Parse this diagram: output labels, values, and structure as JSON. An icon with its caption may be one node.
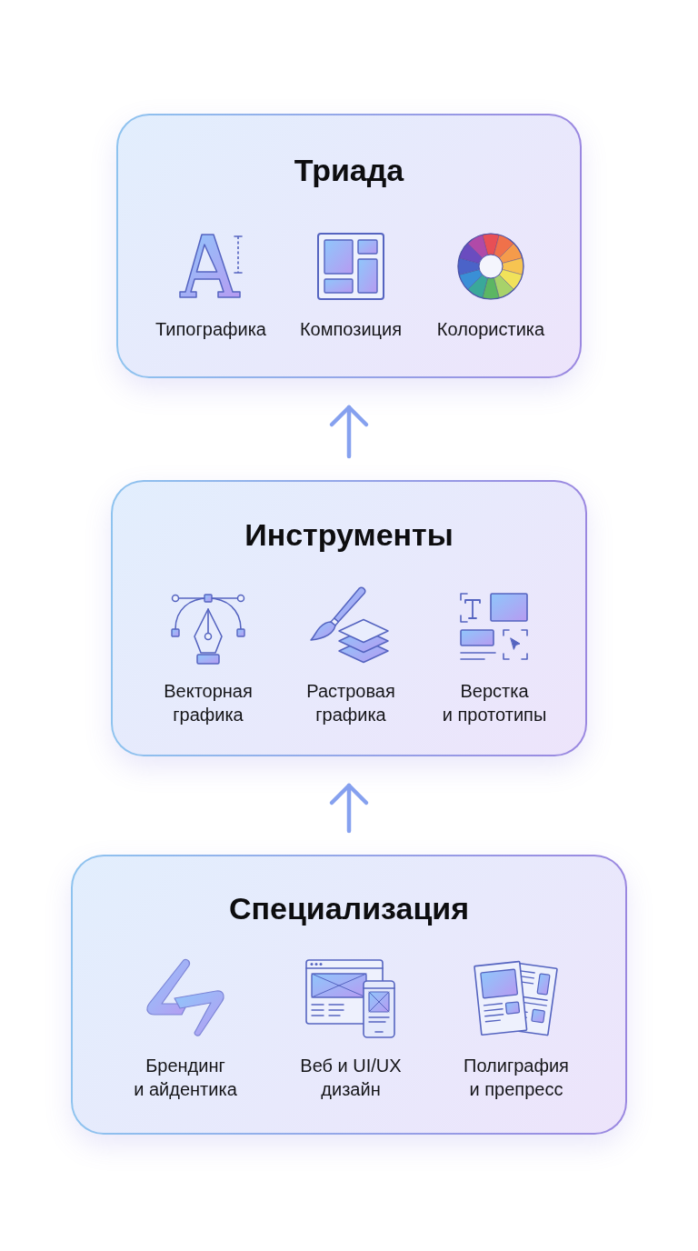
{
  "diagram": {
    "nodes": [
      {
        "text": [
          "Триада",
          "Типографика",
          "Композиция",
          "Колористика"
        ]
      },
      {
        "text": [
          "Инструменты",
          "Векторная графика",
          "Растровая графика",
          "Верстка и прототипы"
        ]
      },
      {
        "text": [
          "Специализация",
          "Брендинг и айдентика",
          "Веб и UI/UX дизайн",
          "Полиграфия и препресс"
        ]
      }
    ],
    "edges": [
      {
        "from": 1,
        "to": 0,
        "arrow": "to"
      },
      {
        "from": 2,
        "to": 1,
        "arrow": "to"
      }
    ]
  }
}
